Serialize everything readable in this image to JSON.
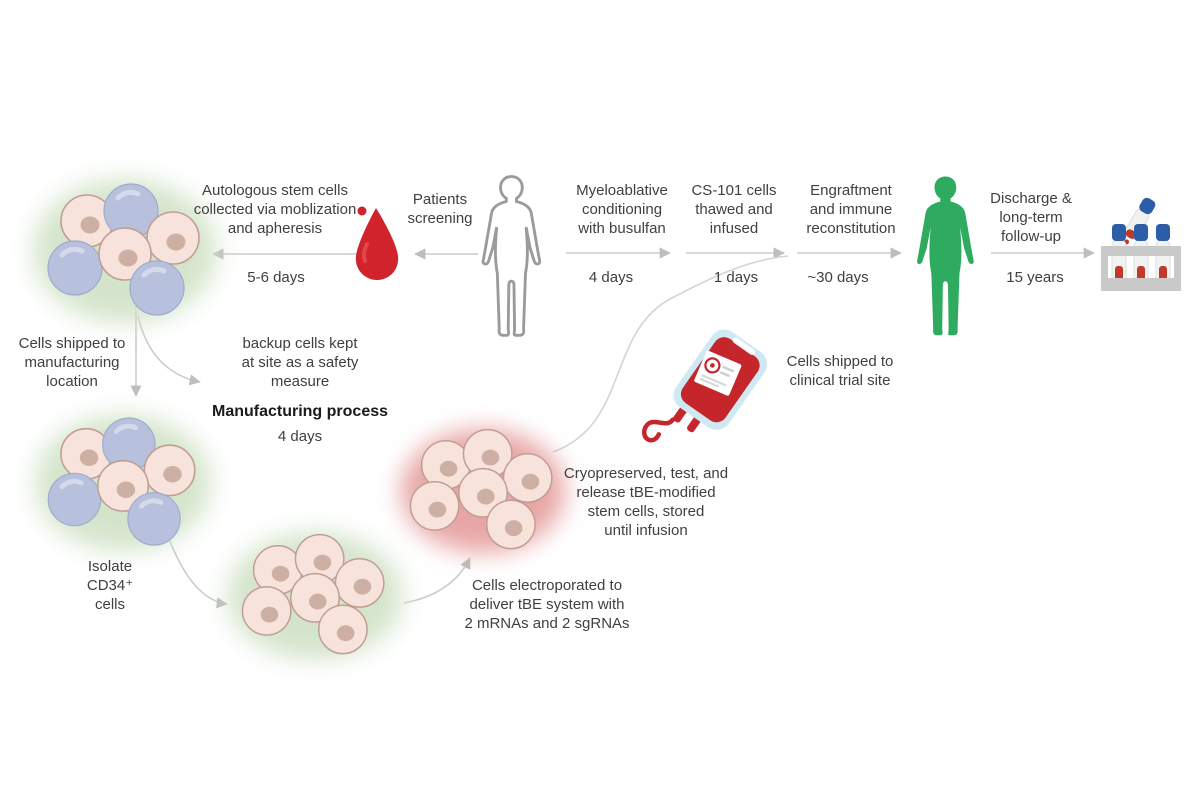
{
  "diagram": {
    "kind": "clinical-workflow-diagram"
  },
  "timeline": {
    "collect": {
      "label": "Autologous stem cells\ncollected via moblization\nand apheresis",
      "duration": "5-6 days"
    },
    "screening": {
      "label": "Patients\nscreening"
    },
    "conditioning": {
      "label": "Myeloablative\nconditioning\nwith busulfan",
      "duration": "4 days"
    },
    "infusion": {
      "label": "CS-101 cells\nthawed and\ninfused",
      "duration": "1 days"
    },
    "engraftment": {
      "label": "Engraftment\nand immune\nreconstitution",
      "duration": "~30 days"
    },
    "followup": {
      "label": "Discharge &\nlong-term\nfollow-up",
      "duration": "15 years"
    }
  },
  "manufacturing": {
    "ship_to_manufacturing": "Cells shipped to\nmanufacturing\nlocation",
    "backup": "backup cells kept\nat site as a safety\nmeasure",
    "title": "Manufacturing process",
    "duration": "4 days",
    "isolate": "Isolate\nCD34⁺\ncells",
    "electroporate": "Cells electroporated to\ndeliver tBE system with\n2 mRNAs and 2 sgRNAs",
    "cryopreserve": "Cryopreserved, test, and\nrelease tBE-modified\nstem cells, stored\nuntil infusion",
    "ship_to_clinical": "Cells shipped to\nclinical trial site"
  },
  "icons": {
    "stem_cell_cluster": "cluster of pink and blue stem cells",
    "blood_drop": "red blood drop",
    "patient_outline": "gray outlined human figure",
    "recovered_patient": "green filled human figure",
    "blood_bag": "red blood bag with label and tubing",
    "test_tube_rack": "rack with three capped blood tubes and one tilted tube"
  },
  "palette": {
    "text": "#404040",
    "arrow": "#c9c9c9",
    "blood_red": "#d0232b",
    "recovered_green": "#2fab5f",
    "person_gray": "#9b9b9b",
    "cell_pink": "#f8e3dc",
    "cell_blue": "#b7c0dc",
    "glow_green": "#cde0c3",
    "glow_red": "#e59c9c",
    "bag_red": "#c5262c",
    "bag_trim_blue": "#cfe9f2",
    "tube_cap_blue": "#2b5ea7",
    "rack_gray": "#c9c9c9"
  }
}
